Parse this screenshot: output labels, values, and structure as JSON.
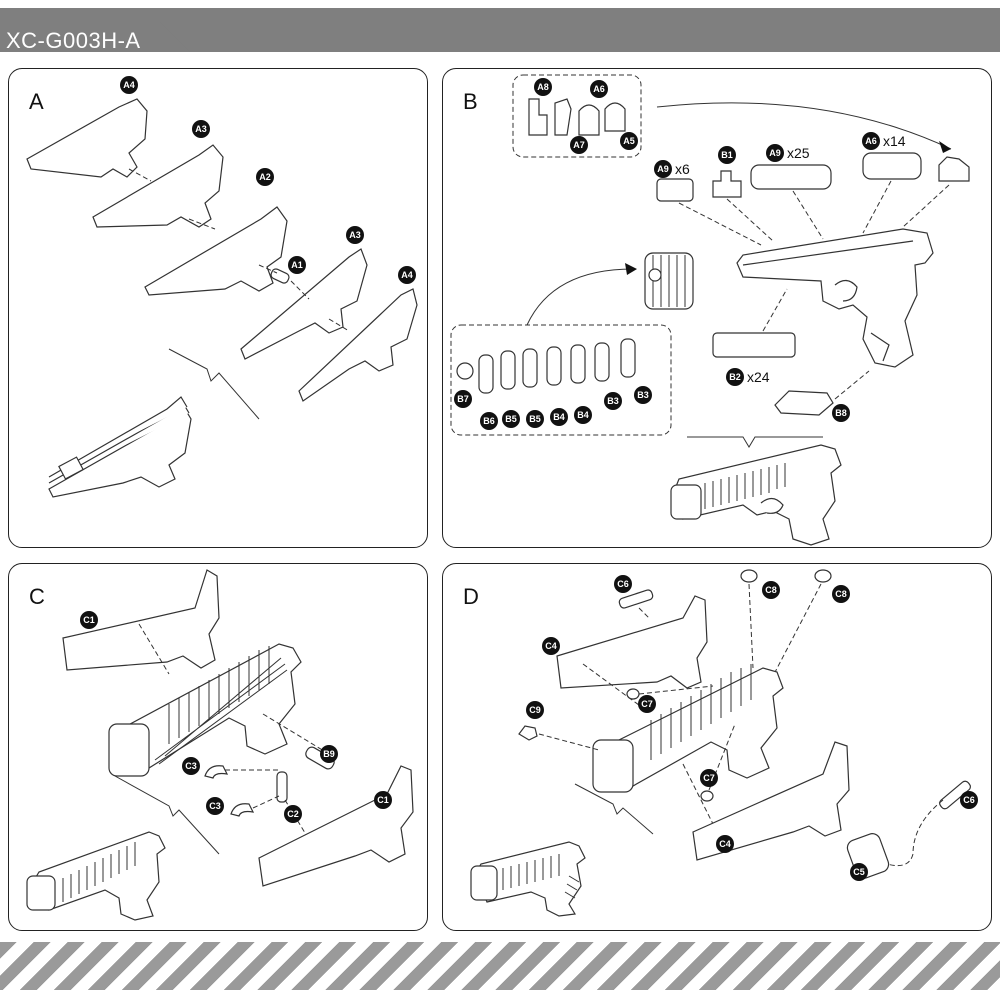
{
  "header": {
    "title": "XC-G003H-A"
  },
  "panels": {
    "a": {
      "letter": "A",
      "labels": [
        "A4",
        "A3",
        "A2",
        "A1",
        "A3",
        "A4"
      ]
    },
    "b": {
      "letter": "B",
      "inset_labels": [
        "A8",
        "A6",
        "A7",
        "A5"
      ],
      "parts": [
        {
          "label": "A9",
          "qty": "x6"
        },
        {
          "label": "B1",
          "qty": ""
        },
        {
          "label": "A9",
          "qty": "x25"
        },
        {
          "label": "A6",
          "qty": "x14"
        },
        {
          "label": "B2",
          "qty": "x24"
        },
        {
          "label": "B8",
          "qty": ""
        }
      ],
      "b_inset_labels": [
        "B7",
        "B6",
        "B5",
        "B5",
        "B4",
        "B4",
        "B3",
        "B3"
      ]
    },
    "c": {
      "letter": "C",
      "labels": [
        "C1",
        "C3",
        "C3",
        "B9",
        "C2",
        "C1"
      ]
    },
    "d": {
      "letter": "D",
      "labels": [
        "C6",
        "C8",
        "C8",
        "C4",
        "C7",
        "C9",
        "C7",
        "C4",
        "C6",
        "C5"
      ]
    }
  }
}
